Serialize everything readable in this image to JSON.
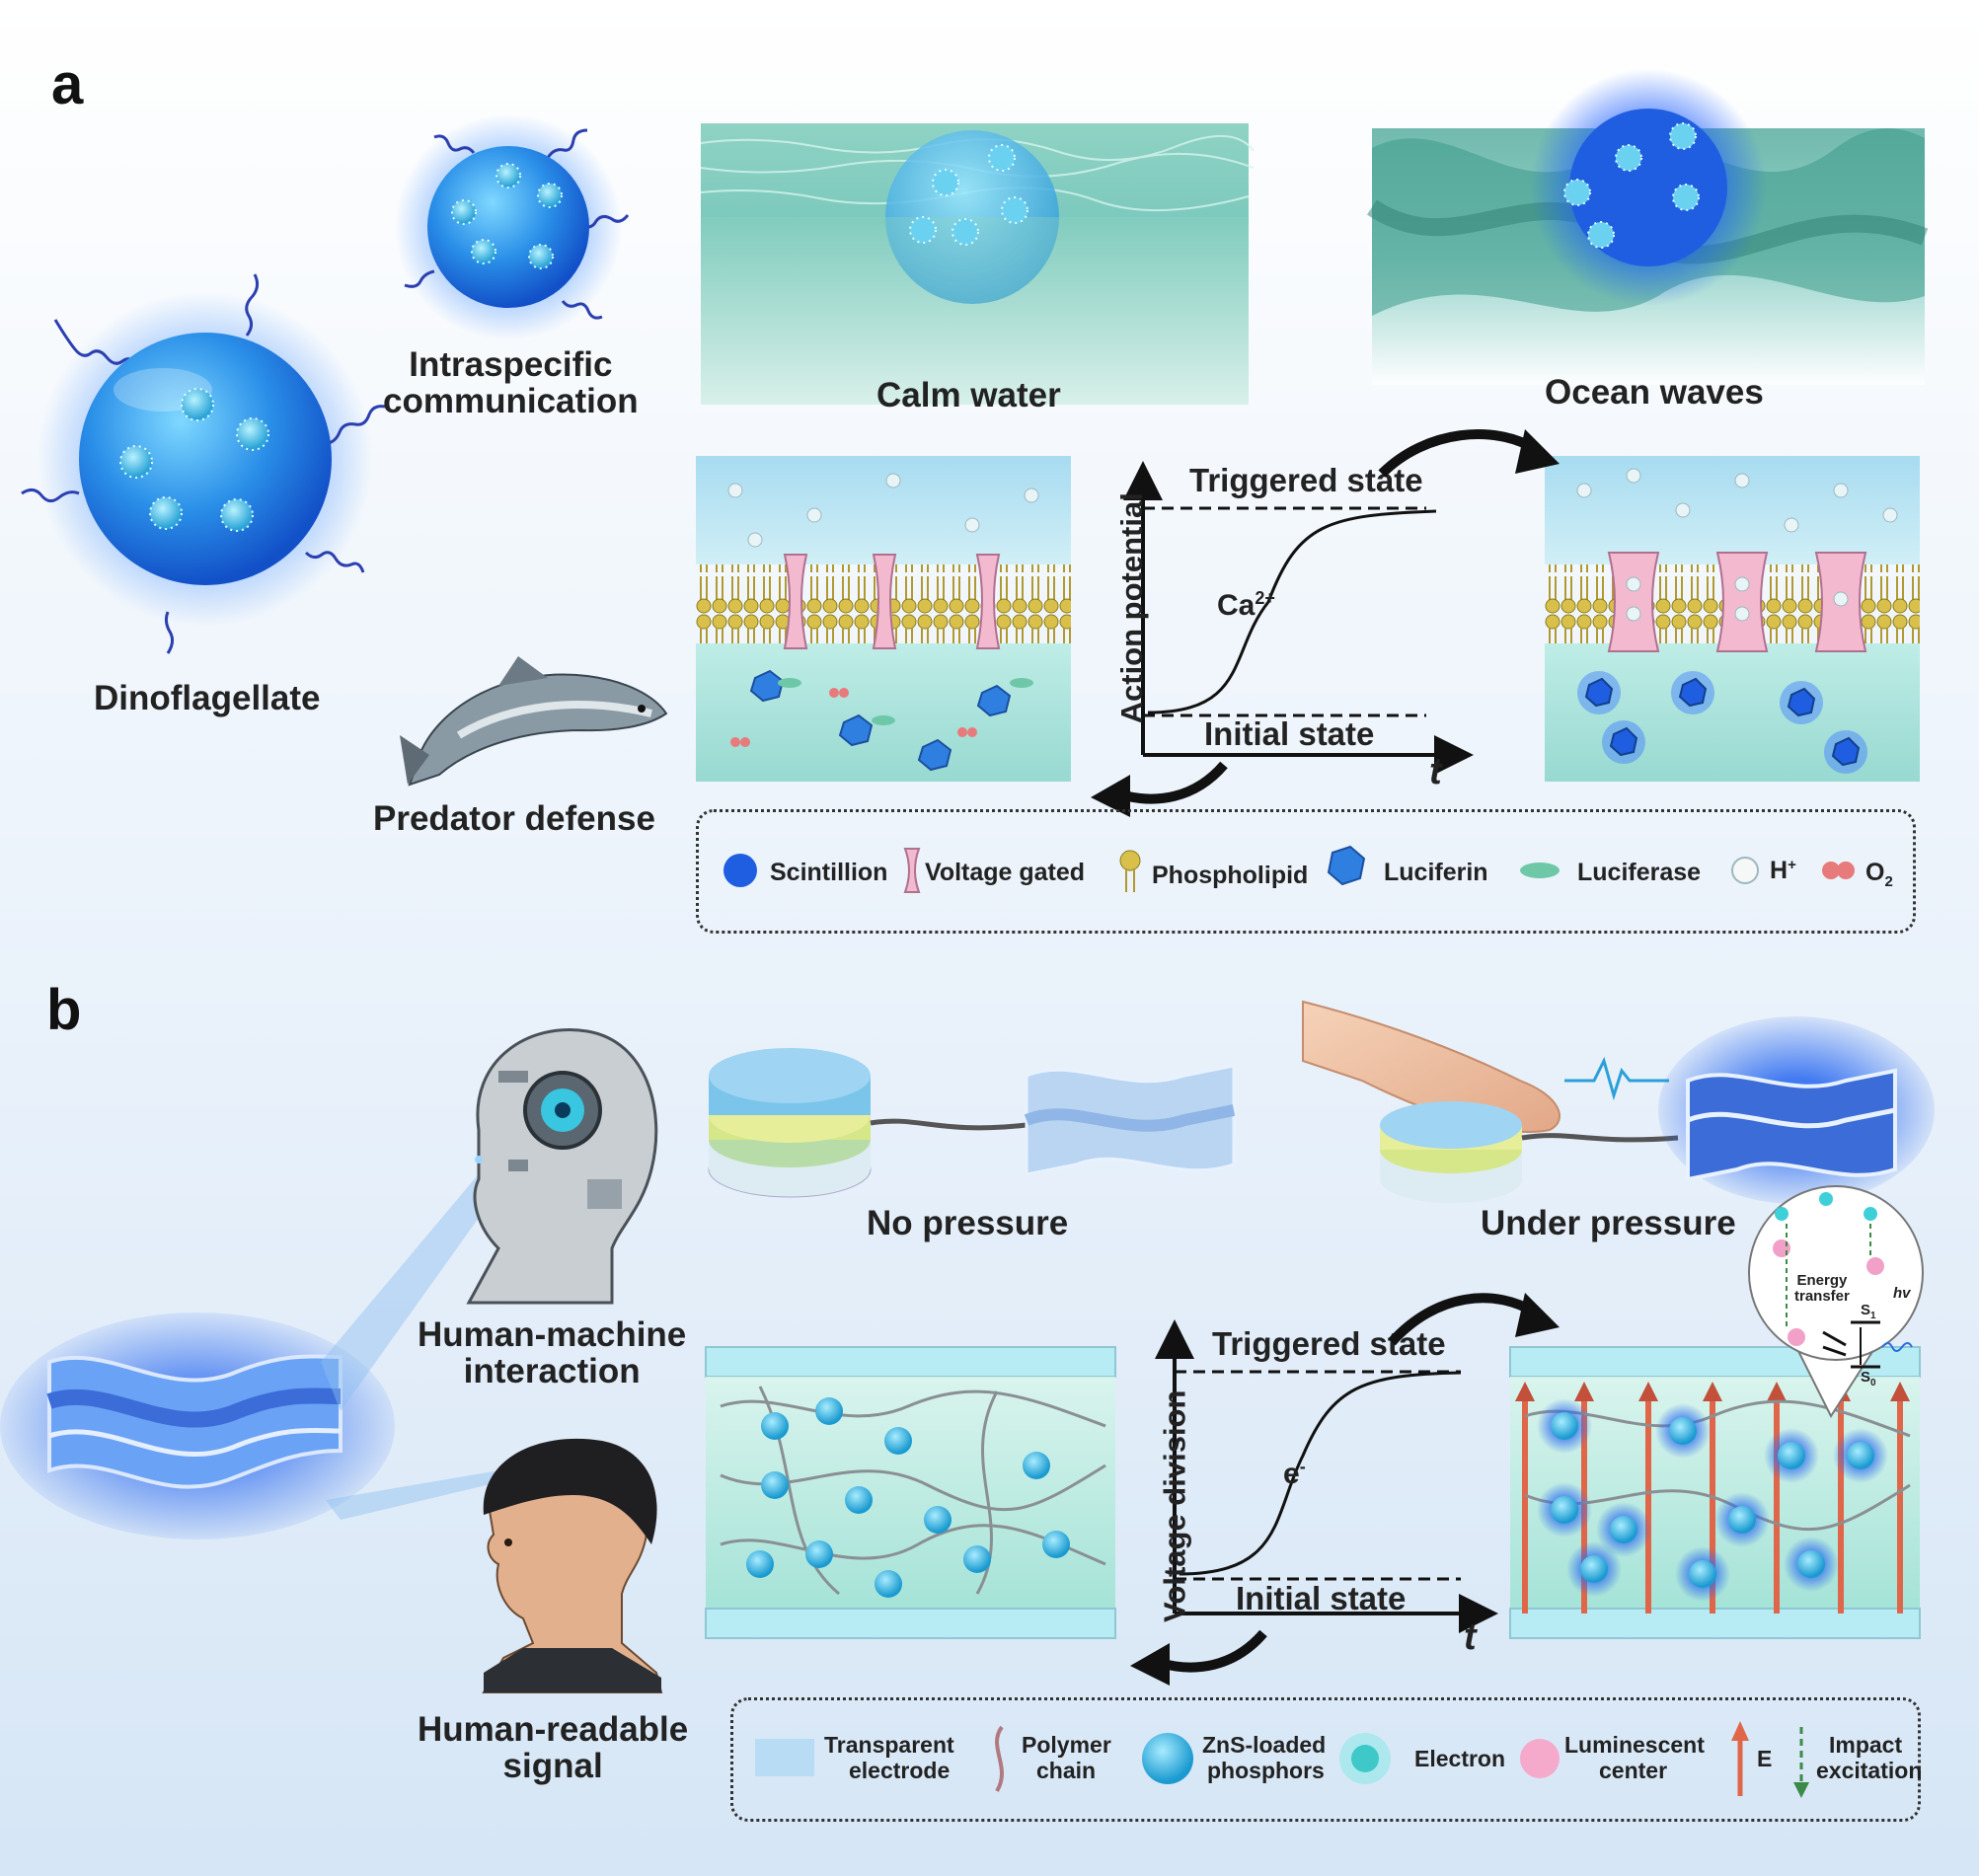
{
  "panel_a": {
    "letter": "a",
    "labels": {
      "dinoflagellate": "Dinoflagellate",
      "intraspecific_1": "Intraspecific",
      "intraspecific_2": "communication",
      "calm_water": "Calm water",
      "ocean_waves": "Ocean waves",
      "predator_defense": "Predator defense"
    },
    "graph": {
      "ylabel": "Action potential",
      "xlabel": "t",
      "triggered": "Triggered state",
      "initial": "Initial state",
      "ion": "Ca",
      "ion_sup": "2+"
    },
    "legend": [
      "Scintillion",
      "Voltage gated",
      "Phospholipid",
      "Luciferin",
      "Luciferase",
      "H",
      "O"
    ],
    "legend_sup": "+",
    "legend_sub": "2"
  },
  "panel_b": {
    "letter": "b",
    "labels": {
      "hmi_1": "Human-machine",
      "hmi_2": "interaction",
      "hrs_1": "Human-readable",
      "hrs_2": "signal",
      "no_pressure": "No pressure",
      "under_pressure": "Under pressure"
    },
    "graph": {
      "ylabel": "Voltage division",
      "xlabel": "t",
      "triggered": "Triggered state",
      "initial": "Initial state",
      "charge": "e",
      "charge_sup": "-"
    },
    "inset": {
      "energy_1": "Energy",
      "energy_2": "transfer",
      "s1": "S",
      "s1_sub": "1",
      "s0": "S",
      "s0_sub": "0",
      "hv": "hv"
    },
    "legend": {
      "transparent_1": "Transparent",
      "transparent_2": "electrode",
      "polymer_1": "Polymer",
      "polymer_2": "chain",
      "zns_1": "ZnS-loaded",
      "zns_2": "phosphors",
      "electron": "Electron",
      "lum_1": "Luminescent",
      "lum_2": "center",
      "e_field": "E",
      "impact_1": "Impact",
      "impact_2": "excitation"
    }
  },
  "colors": {
    "glow_blue": "#1f6fe0",
    "sphere_cyan": "#39b8e0",
    "water": "#7fd0c8",
    "membrane_yellow": "#d8c04a",
    "channel_pink": "#f2b9cf",
    "electrode": "#b7ecf4",
    "field_arrow": "#e0664a"
  }
}
